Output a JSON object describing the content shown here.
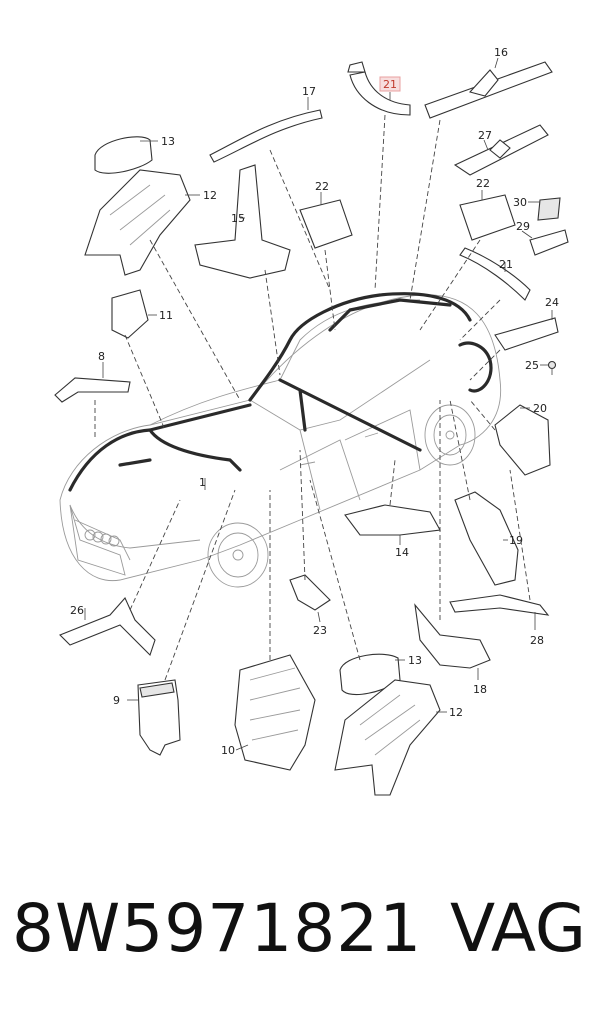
{
  "diagram": {
    "callouts": [
      {
        "id": "c16",
        "label": "16"
      },
      {
        "id": "c21a",
        "label": "21",
        "highlight": true
      },
      {
        "id": "c17",
        "label": "17"
      },
      {
        "id": "c13a",
        "label": "13"
      },
      {
        "id": "c12a",
        "label": "12"
      },
      {
        "id": "c27",
        "label": "27"
      },
      {
        "id": "c22a",
        "label": "22"
      },
      {
        "id": "c22b",
        "label": "22"
      },
      {
        "id": "c30",
        "label": "30"
      },
      {
        "id": "c15",
        "label": "15"
      },
      {
        "id": "c29",
        "label": "29"
      },
      {
        "id": "c21b",
        "label": "21"
      },
      {
        "id": "c11",
        "label": "11"
      },
      {
        "id": "c24",
        "label": "24"
      },
      {
        "id": "c8",
        "label": "8"
      },
      {
        "id": "c25",
        "label": "25"
      },
      {
        "id": "c20",
        "label": "20"
      },
      {
        "id": "c1",
        "label": "1"
      },
      {
        "id": "c14",
        "label": "14"
      },
      {
        "id": "c19",
        "label": "19"
      },
      {
        "id": "c26",
        "label": "26"
      },
      {
        "id": "c23",
        "label": "23"
      },
      {
        "id": "c28",
        "label": "28"
      },
      {
        "id": "c13b",
        "label": "13"
      },
      {
        "id": "c18",
        "label": "18"
      },
      {
        "id": "c9",
        "label": "9"
      },
      {
        "id": "c12b",
        "label": "12"
      },
      {
        "id": "c10",
        "label": "10"
      }
    ],
    "highlight_color": "#e8a0a0"
  },
  "footer": {
    "part_number": "8W5971821",
    "brand": "VAG"
  }
}
